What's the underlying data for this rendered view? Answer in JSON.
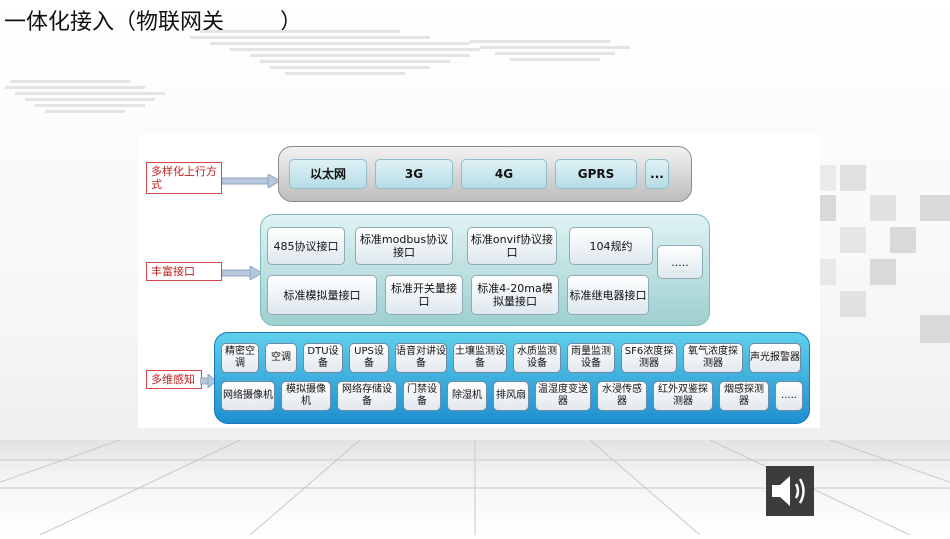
{
  "title": "一体化接入（物联网关        ）",
  "labels": {
    "uplink": "多样化上行方式",
    "interface": "丰富接口",
    "sensing": "多维感知"
  },
  "uplink_items": [
    "以太网",
    "3G",
    "4G",
    "GPRS",
    "..."
  ],
  "interface_row1": [
    "485协议接口",
    "标准modbus协议接口",
    "标准onvif协议接口",
    "104规约"
  ],
  "interface_row2": [
    "标准模拟量接口",
    "标准开关量接口",
    "标准4-20ma模拟量接口",
    "标准继电器接口"
  ],
  "interface_more": ".....",
  "sensing_row1": [
    "精密空调",
    "空调",
    "DTU设备",
    "UPS设备",
    "语音对讲设备",
    "土壤监测设备",
    "水质监测设备",
    "雨量监测设备",
    "SF6浓度探测器",
    "氧气浓度探测器",
    "声光报警器"
  ],
  "sensing_row2": [
    "网络摄像机",
    "模拟摄像机",
    "网络存储设备",
    "门禁设备",
    "除湿机",
    "排风扇",
    "温湿度变送器",
    "水浸传感器",
    "红外双鉴探测器",
    "烟感探测器",
    "....."
  ],
  "colors": {
    "label_red": "#c02020",
    "bottom_layer": "#1f8fd0",
    "mid_layer": "#9ecfcf"
  },
  "icons": {
    "speaker": "speaker-icon"
  }
}
